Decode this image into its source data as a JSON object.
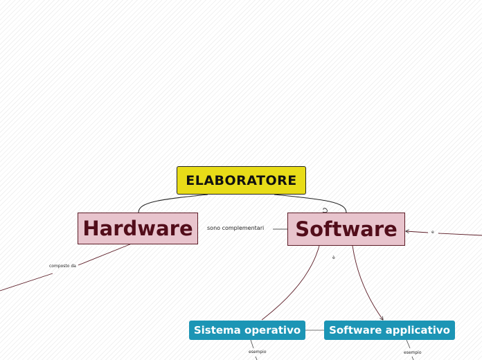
{
  "nodes": {
    "root": "ELABORATORE",
    "hardware": "Hardware",
    "software": "Software",
    "sistema_operativo": "Sistema operativo",
    "software_applicativo": "Software applicativo"
  },
  "labels": {
    "complementari": "sono complementari",
    "composto_da": "composto da",
    "e_software": "è",
    "e_right": "e",
    "esempio_1": "esempio",
    "esempio_2": "esempio"
  },
  "colors": {
    "root_fill": "#e8dc18",
    "main_fill": "#e8c4cd",
    "main_text": "#520d1a",
    "sub_fill": "#1c95b5",
    "sub_text": "#ffffff"
  }
}
